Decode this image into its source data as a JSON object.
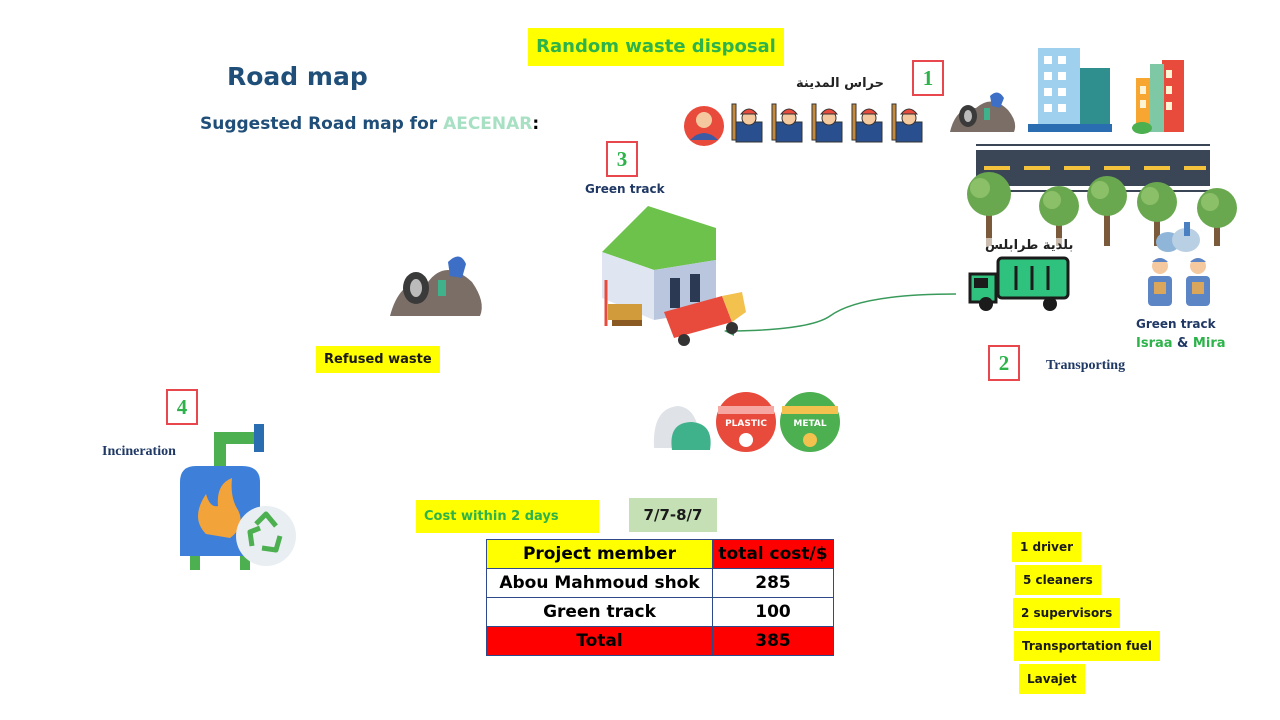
{
  "header": {
    "random_label": "Random waste disposal",
    "title": "Road map",
    "subtitle_prefix": "Suggested Road map for ",
    "subtitle_org": "AECENAR",
    "subtitle_suffix": ":"
  },
  "steps": {
    "one": "1",
    "two": "2",
    "three": "3",
    "four": "4"
  },
  "labels": {
    "city_guards": "حراس المدينة",
    "municipality": "بلدية طرابلس",
    "green_track_top": "Green track",
    "green_track_right": "Green track",
    "israa": "Israa",
    "amp": " & ",
    "mira": "Mira",
    "transporting": "Transporting",
    "refused_waste": "Refused waste",
    "incineration": "Incineration",
    "plastic": "PLASTIC",
    "metal": "METAL"
  },
  "cost": {
    "heading": "Cost within 2 days",
    "date_range": "7/7-8/7",
    "col_member": "Project member",
    "col_cost": "total cost/$",
    "rows": [
      {
        "member": "Abou Mahmoud shok",
        "cost": "285"
      },
      {
        "member": "Green track",
        "cost": "100"
      }
    ],
    "total_label": "Total",
    "total_value": "385"
  },
  "resources": [
    "1 driver",
    "5 cleaners",
    "2 supervisors",
    "Transportation fuel",
    "Lavajet"
  ],
  "colors": {
    "accent_green": "#2db34a",
    "title_blue": "#1f4e79",
    "highlight_yellow": "#ffff00",
    "total_red": "#ff0000",
    "box_red": "#e8474d",
    "date_green": "#c5e0b4"
  }
}
